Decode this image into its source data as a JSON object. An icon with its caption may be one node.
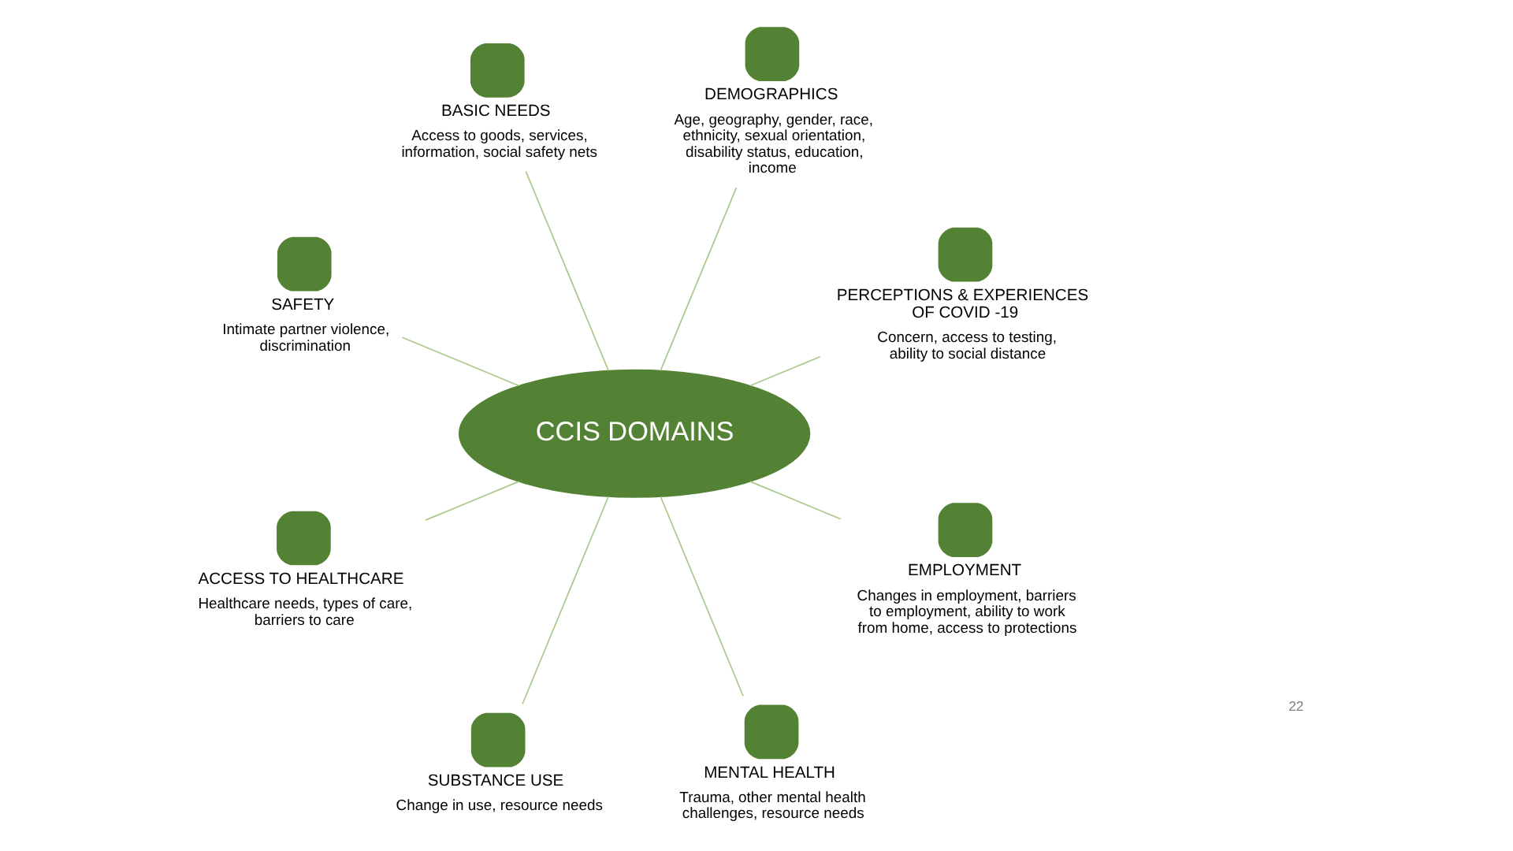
{
  "diagram": {
    "nodes": [
      {
        "text": [
          "CCIS DOMAINS"
        ]
      },
      {
        "text": [
          "PERCEPTIONS & EXPERIENCES OF COVID -19",
          "Concern, access to testing, ability to social distance"
        ]
      },
      {
        "text": [
          "DEMOGRAPHICS",
          "Age, geography, gender, race, ethnicity, sexual orientation, disability status, education, income"
        ]
      },
      {
        "text": [
          "BASIC NEEDS",
          "Access to goods, services, information, social safety nets"
        ]
      },
      {
        "text": [
          "SAFETY",
          "Intimate partner violence, discrimination"
        ]
      },
      {
        "text": [
          "ACCESS TO HEALTHCARE",
          "Healthcare needs, types of care, barriers to care"
        ]
      },
      {
        "text": [
          "SUBSTANCE USE",
          "Change in use, resource needs"
        ]
      },
      {
        "text": [
          "MENTAL HEALTH",
          "Trauma, other mental health challenges, resource needs"
        ]
      },
      {
        "text": [
          "EMPLOYMENT",
          "Changes in employment, barriers to employment, ability to work from home, access to protections"
        ]
      }
    ],
    "edges": [
      {
        "from": 0,
        "to": 1,
        "arrow": "none"
      },
      {
        "from": 0,
        "to": 2,
        "arrow": "none"
      },
      {
        "from": 0,
        "to": 3,
        "arrow": "none"
      },
      {
        "from": 0,
        "to": 4,
        "arrow": "none"
      },
      {
        "from": 0,
        "to": 5,
        "arrow": "none"
      },
      {
        "from": 0,
        "to": 6,
        "arrow": "none"
      },
      {
        "from": 0,
        "to": 7,
        "arrow": "none"
      },
      {
        "from": 0,
        "to": 8,
        "arrow": "none"
      }
    ],
    "labels": [
      "22"
    ]
  }
}
